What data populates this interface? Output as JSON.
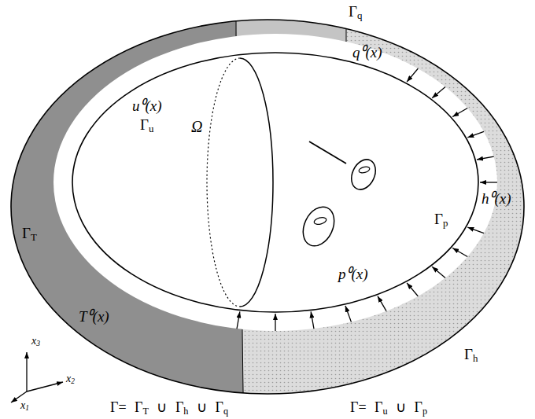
{
  "diagram": {
    "nodes": [
      {
        "text": [
          "q⁰(x)",
          "h⁰(x)",
          "ΓT",
          "T⁰(x)"
        ]
      },
      {
        "text": [
          "u⁰(x)",
          "Γu",
          "Ω",
          "Γp",
          "p⁰(x)"
        ],
        "in": 0
      }
    ],
    "labels": [
      "Γq",
      "Γh",
      "x3",
      "x2",
      "x1",
      "Γ= ΓT ∪ Γh ∪ Γq",
      "Γ= Γu ∪ Γp"
    ]
  }
}
